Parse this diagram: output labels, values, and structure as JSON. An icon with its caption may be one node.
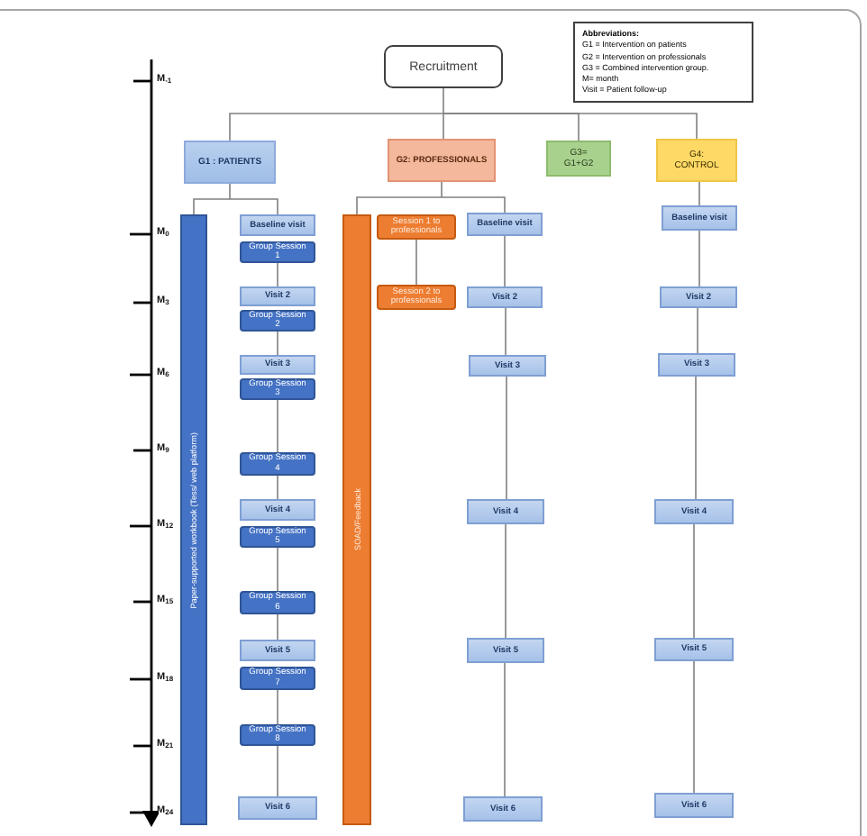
{
  "diagram": {
    "nodes": [
      {
        "text": [
          "Recruitment"
        ]
      },
      {
        "text": [
          "Abbreviations:",
          "G1 = Intervention on patients",
          "G2 = Intervention on professionals",
          "G3 = Combined intervention group.",
          "M= month",
          "Visit = Patient follow-up"
        ]
      },
      {
        "text": [
          "G1 : PATIENTS"
        ]
      },
      {
        "text": [
          "G2: PROFESSIONALS"
        ]
      },
      {
        "text": [
          "G3= G1+G2"
        ]
      },
      {
        "text": [
          "G4: CONTROL"
        ]
      },
      {
        "text": [
          "Paper-supported workbook (Tess/ web platform)"
        ]
      },
      {
        "text": [
          "Baseline visit"
        ]
      },
      {
        "text": [
          "Group Session 1"
        ]
      },
      {
        "text": [
          "Visit 2"
        ]
      },
      {
        "text": [
          "Group Session 2"
        ]
      },
      {
        "text": [
          "Visit 3"
        ]
      },
      {
        "text": [
          "Group Session 3"
        ]
      },
      {
        "text": [
          "Group Session 4"
        ]
      },
      {
        "text": [
          "Visit 4"
        ]
      },
      {
        "text": [
          "Group Session 5"
        ]
      },
      {
        "text": [
          "Group Session 6"
        ]
      },
      {
        "text": [
          "Visit 5"
        ]
      },
      {
        "text": [
          "Group Session 7"
        ]
      },
      {
        "text": [
          "Group Session 8"
        ]
      },
      {
        "text": [
          "Visit 6"
        ]
      },
      {
        "text": [
          "SOAD/Feedback"
        ]
      },
      {
        "text": [
          "Session 1 to professionals"
        ]
      },
      {
        "text": [
          "Session 2 to professionals"
        ]
      },
      {
        "text": [
          "Baseline visit"
        ]
      },
      {
        "text": [
          "Visit 2"
        ]
      },
      {
        "text": [
          "Visit 3"
        ]
      },
      {
        "text": [
          "Visit 4"
        ]
      },
      {
        "text": [
          "Visit 5"
        ]
      },
      {
        "text": [
          "Visit 6"
        ]
      },
      {
        "text": [
          "Baseline visit"
        ]
      },
      {
        "text": [
          "Visit 2"
        ]
      },
      {
        "text": [
          "Visit 3"
        ]
      },
      {
        "text": [
          "Visit 4"
        ]
      },
      {
        "text": [
          "Visit 5"
        ]
      },
      {
        "text": [
          "Visit 6"
        ]
      }
    ],
    "edges": [
      {
        "from": 0,
        "to": 2,
        "arrow": "none"
      },
      {
        "from": 0,
        "to": 3,
        "arrow": "none"
      },
      {
        "from": 0,
        "to": 4,
        "arrow": "none"
      },
      {
        "from": 0,
        "to": 5,
        "arrow": "none"
      },
      {
        "from": 2,
        "to": 6,
        "arrow": "none"
      },
      {
        "from": 2,
        "to": 7,
        "arrow": "none"
      },
      {
        "from": 8,
        "to": 9,
        "arrow": "none"
      },
      {
        "from": 10,
        "to": 11,
        "arrow": "none"
      },
      {
        "from": 12,
        "to": 13,
        "arrow": "none"
      },
      {
        "from": 13,
        "to": 14,
        "arrow": "none"
      },
      {
        "from": 15,
        "to": 16,
        "arrow": "none"
      },
      {
        "from": 16,
        "to": 17,
        "arrow": "none"
      },
      {
        "from": 18,
        "to": 19,
        "arrow": "none"
      },
      {
        "from": 19,
        "to": 20,
        "arrow": "none"
      },
      {
        "from": 3,
        "to": 21,
        "arrow": "none"
      },
      {
        "from": 3,
        "to": 24,
        "arrow": "none"
      },
      {
        "from": 22,
        "to": 23,
        "arrow": "none"
      },
      {
        "from": 24,
        "to": 25,
        "arrow": "none"
      },
      {
        "from": 25,
        "to": 26,
        "arrow": "none"
      },
      {
        "from": 26,
        "to": 27,
        "arrow": "none"
      },
      {
        "from": 27,
        "to": 28,
        "arrow": "none"
      },
      {
        "from": 28,
        "to": 29,
        "arrow": "none"
      },
      {
        "from": 5,
        "to": 30,
        "arrow": "none"
      },
      {
        "from": 30,
        "to": 31,
        "arrow": "none"
      },
      {
        "from": 31,
        "to": 32,
        "arrow": "none"
      },
      {
        "from": 32,
        "to": 33,
        "arrow": "none"
      },
      {
        "from": 33,
        "to": 34,
        "arrow": "none"
      },
      {
        "from": 34,
        "to": 35,
        "arrow": "none"
      }
    ],
    "labels": [
      "M$_{-1}$",
      "M$_{0}$",
      "M$_{3}$",
      "M$_{6}$",
      "M$_{9}$",
      "M$_{12}$",
      "M$_{15}$",
      "M$_{18}$",
      "M$_{21}$",
      "M$_{24}$"
    ]
  }
}
